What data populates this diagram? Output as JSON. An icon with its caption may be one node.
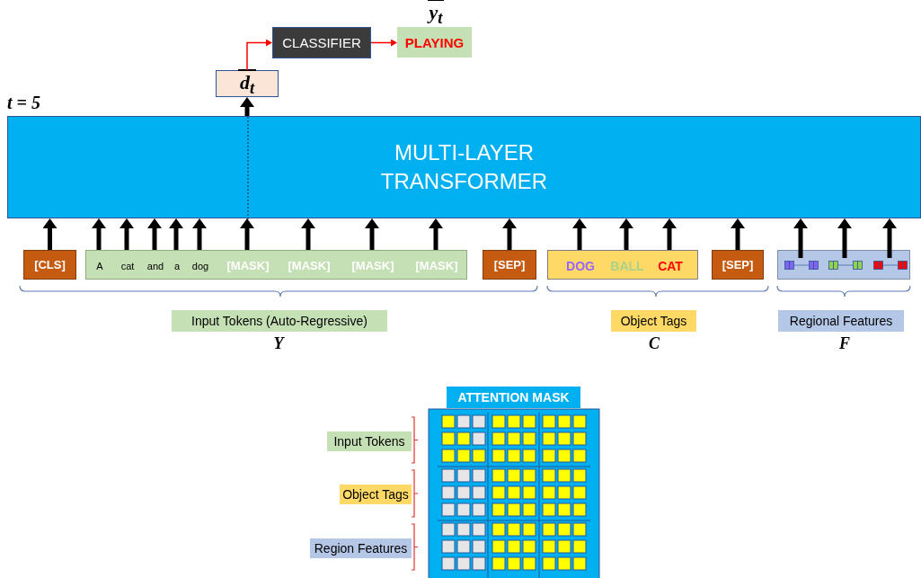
{
  "diagram": {
    "nodes": [
      {
        "text": [
          "MULTI-LAYER TRANSFORMER"
        ]
      },
      {
        "text": [
          "d$_{t}$"
        ]
      },
      {
        "text": [
          "CLASSIFIER"
        ]
      },
      {
        "text": [
          "PLAYING"
        ],
        "beside": [
          "y$_{t}$"
        ]
      },
      {
        "text": [
          "[CLS]"
        ]
      },
      {
        "text": [],
        "shape": "box"
      },
      {
        "text": [
          "A"
        ],
        "in": 5
      },
      {
        "text": [
          "cat"
        ],
        "in": 5
      },
      {
        "text": [
          "and"
        ],
        "in": 5
      },
      {
        "text": [
          "a"
        ],
        "in": 5
      },
      {
        "text": [
          "dog"
        ],
        "in": 5
      },
      {
        "text": [
          "[MASK]"
        ],
        "in": 5
      },
      {
        "text": [
          "[MASK]"
        ],
        "in": 5
      },
      {
        "text": [
          "[MASK]"
        ],
        "in": 5
      },
      {
        "text": [
          "[MASK]"
        ],
        "in": 5
      },
      {
        "text": [
          "[SEP]"
        ]
      },
      {
        "text": [],
        "shape": "box"
      },
      {
        "text": [
          "DOG"
        ],
        "in": 16
      },
      {
        "text": [
          "BALL"
        ],
        "in": 16
      },
      {
        "text": [
          "CAT"
        ],
        "in": 16
      },
      {
        "text": [
          "[SEP]"
        ]
      },
      {
        "text": [],
        "shape": "box"
      },
      {
        "text": [],
        "shape": "box",
        "in": 21
      },
      {
        "text": [],
        "shape": "box",
        "in": 21
      },
      {
        "text": [],
        "shape": "box",
        "in": 21
      }
    ],
    "edges": [
      {
        "from": 4,
        "to": 0,
        "arrow": "to"
      },
      {
        "from": 6,
        "to": 0,
        "arrow": "to"
      },
      {
        "from": 7,
        "to": 0,
        "arrow": "to"
      },
      {
        "from": 8,
        "to": 0,
        "arrow": "to"
      },
      {
        "from": 9,
        "to": 0,
        "arrow": "to"
      },
      {
        "from": 10,
        "to": 0,
        "arrow": "to"
      },
      {
        "from": 11,
        "to": 0,
        "arrow": "to"
      },
      {
        "from": 12,
        "to": 0,
        "arrow": "to"
      },
      {
        "from": 13,
        "to": 0,
        "arrow": "to"
      },
      {
        "from": 14,
        "to": 0,
        "arrow": "to"
      },
      {
        "from": 15,
        "to": 0,
        "arrow": "to"
      },
      {
        "from": 17,
        "to": 0,
        "arrow": "to"
      },
      {
        "from": 18,
        "to": 0,
        "arrow": "to"
      },
      {
        "from": 19,
        "to": 0,
        "arrow": "to"
      },
      {
        "from": 20,
        "to": 0,
        "arrow": "to"
      },
      {
        "from": 22,
        "to": 0,
        "arrow": "to"
      },
      {
        "from": 23,
        "to": 0,
        "arrow": "to"
      },
      {
        "from": 24,
        "to": 0,
        "arrow": "to"
      },
      {
        "from": 0,
        "to": 1,
        "arrow": "to"
      },
      {
        "from": 1,
        "to": 2,
        "arrow": "to",
        "color": "#ff0000"
      },
      {
        "from": 2,
        "to": 3,
        "arrow": "to",
        "color": "#ff0000"
      }
    ],
    "labels": [
      "t = 5",
      "Input Tokens (Auto-Regressive)",
      "Y",
      "Object Tags",
      "C",
      "Regional Features",
      "F",
      "ATTENTION MASK",
      "Input Tokens",
      "Object Tags",
      "Region Features"
    ]
  }
}
